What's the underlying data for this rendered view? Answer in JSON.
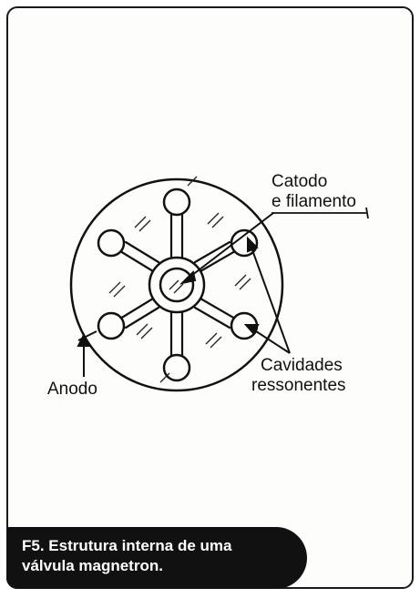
{
  "diagram": {
    "labels": {
      "cathode_line1": "Catodo",
      "cathode_line2": "e filamento",
      "cavities_line1": "Cavidades",
      "cavities_line2": "ressonentes",
      "anode": "Anodo"
    }
  },
  "caption": {
    "line1": "F5. Estrutura interna de uma",
    "line2": "válvula magnetron."
  },
  "colors": {
    "ink": "#111111",
    "caption_bg": "#111111",
    "caption_text": "#ffffff",
    "frame_bg": "#fdfdfb"
  }
}
